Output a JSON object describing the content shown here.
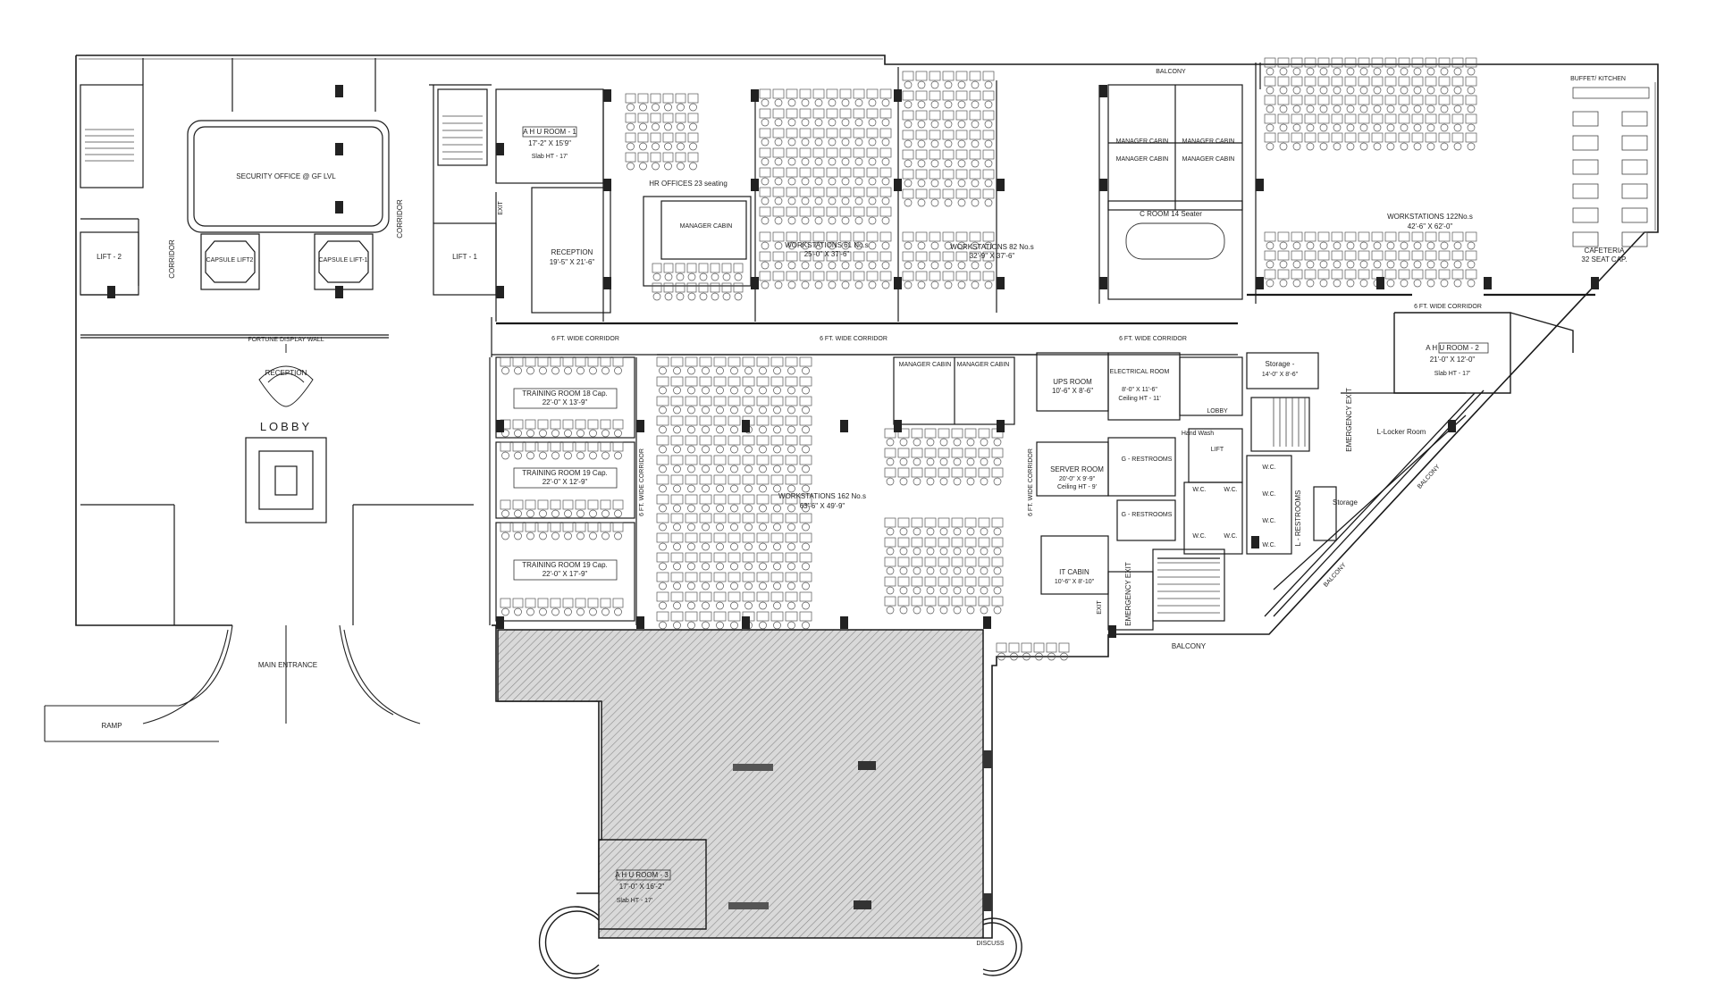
{
  "labels": {
    "security_office": "SECURITY OFFICE @ GF LVL",
    "corridor_left": "CORRIDOR",
    "corridor_right": "CORRIDOR",
    "lift_2": "LIFT - 2",
    "lift_1": "LIFT - 1",
    "capsule_lift2": "CAPSULE LIFT2",
    "capsule_lift1": "CAPSULE LIFT-1",
    "reception_lobby": "RECEPTION",
    "lobby": "LOBBY",
    "main_entrance": "MAIN ENTRANCE",
    "ramp": "RAMP",
    "fortune_wall": "FORTUNE DISPLAY WALL",
    "ahu1_name": "A H U ROOM - 1",
    "ahu1_size": "17'-2\" X 15'9\"",
    "ahu1_ht": "Slab HT - 17'",
    "exit_1": "EXIT",
    "reception_name": "RECEPTION",
    "reception_size": "19'-5\" X 21'-6\"",
    "hr_offices": "HR OFFICES 23 seating",
    "manager_cabin": "MANAGER CABIN",
    "ws61_name": "WORKSTATIONS 61 No.s",
    "ws61_size": "25'-0\" X 37'-6\"",
    "ws82_name": "WORKSTATIONS 82 No.s",
    "ws82_size": "32'-9\" X 37'-6\"",
    "balcony_top": "BALCONY",
    "croom_14": "C ROOM 14 Seater",
    "ws122_name": "WORKSTATIONS 122No.s",
    "ws122_size": "42'-6\" X 62'-0\"",
    "buffet_kitchen": "BUFFET/ KITCHEN",
    "cafeteria_name": "CAFETERIA",
    "cafeteria_cap": "32 SEAT CAP.",
    "corridor_6ft_1": "6 FT. WIDE CORRIDOR",
    "corridor_6ft_2": "6 FT. WIDE CORRIDOR",
    "corridor_6ft_3": "6 FT. WIDE CORRIDOR",
    "corridor_6ft_4": "6 FT. WIDE CORRIDOR",
    "corridor_6ft_v1": "6 FT. WIDE CORRIDOR",
    "corridor_6ft_v2": "6 FT. WIDE CORRIDOR",
    "ahu2_name": "A H U ROOM - 2",
    "ahu2_size": "21'-0\" X 12'-0\"",
    "ahu2_ht": "Slab HT - 17'",
    "training1_name": "TRAINING ROOM 18 Cap.",
    "training1_size": "22'-0\" X 13'-9\"",
    "training2_name": "TRAINING ROOM 19 Cap.",
    "training2_size": "22'-0\" X 12'-9\"",
    "training3_name": "TRAINING ROOM 19 Cap.",
    "training3_size": "22'-0\" X 17'-9\"",
    "ws162_name": "WORKSTATIONS 162 No.s",
    "ws162_size": "63'-6\" X 49'-9\"",
    "ups_name": "UPS ROOM",
    "ups_size": "10'-6\" X 8'-6\"",
    "electrical_name": "ELECTRICAL ROOM",
    "electrical_size": "8'-0\" X 11'-6\"",
    "electrical_ht": "Ceiling HT - 11'",
    "server_name": "SERVER ROOM",
    "server_size": "20'-0\" X 9'-9\"",
    "server_ht": "Ceiling HT - 9'",
    "it_cabin_name": "IT CABIN",
    "it_cabin_size": "10'-6\" X 8'-10\"",
    "g_restrooms_1": "G - RESTROOMS",
    "g_restrooms_2": "G - RESTROOMS",
    "hand_wash": "Hand Wash",
    "lobby_small": "LOBBY",
    "lift_small": "LIFT",
    "wc": "W.C.",
    "storage_1_name": "Storage -",
    "storage_1_size": "14'-0\" X 8'-6\"",
    "storage_2": "Storage",
    "emergency_exit_1": "EMERGENCY EXIT",
    "emergency_exit_2": "EMERGENCY EXIT",
    "exit_2": "EXIT",
    "l_locker": "L-Locker Room",
    "l_restrooms": "L - RESTROOMS",
    "balcony_bottom": "BALCONY",
    "balcony_diag_1": "BALCONY",
    "balcony_diag_2": "BALCONY",
    "ahu3_name": "A H U ROOM - 3",
    "ahu3_size": "17'-0\" X 16'-2\"",
    "ahu3_ht": "Slab HT - 17'",
    "discuss": "DISCUSS"
  },
  "colors": {
    "line": "#1a1a1a",
    "thin": "#555555",
    "column": "#2a2a2a",
    "hatch": "#7a7a7a",
    "terrace": "#d6d6d6"
  }
}
